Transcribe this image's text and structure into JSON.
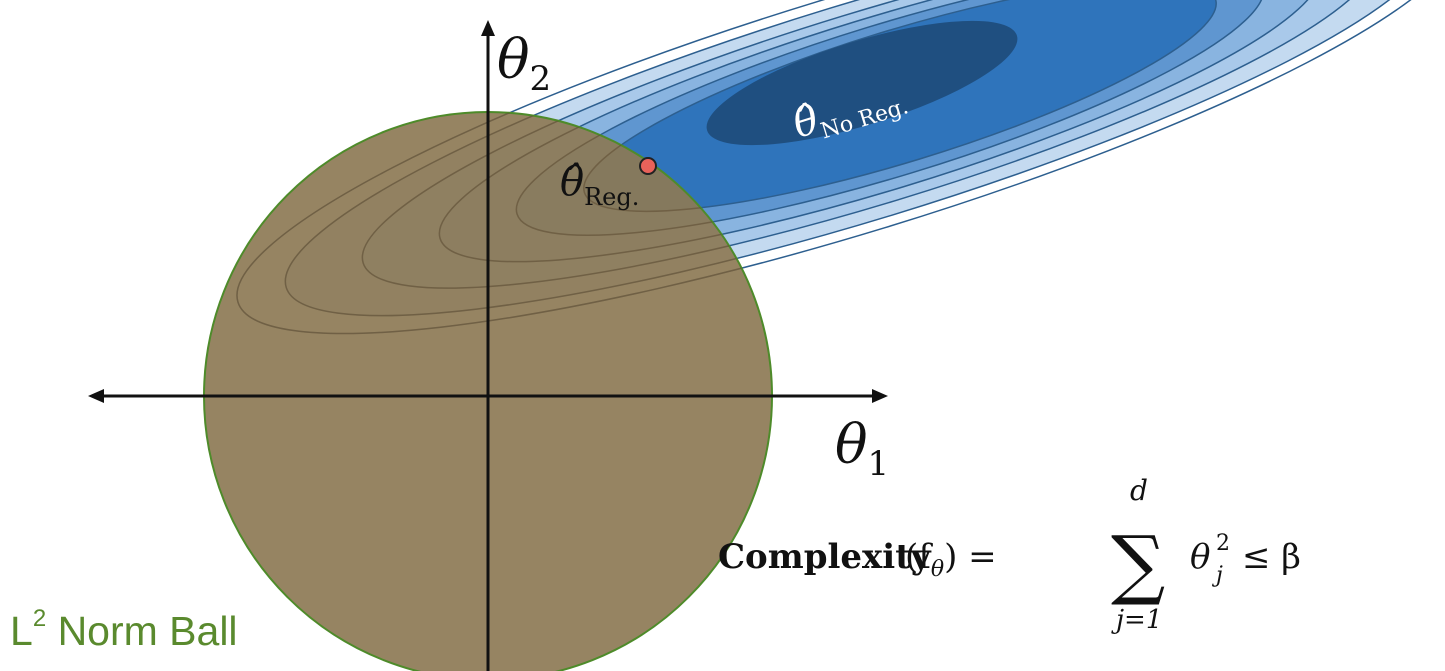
{
  "colors": {
    "contour_fill_levels": [
      "#c4daf0",
      "#a9c9ea",
      "#89b4e0",
      "#5f96d0",
      "#2f74bb",
      "#1f4f80"
    ],
    "contour_line": "#2d5f8f",
    "ball_fill": "#8d7a55",
    "ball_edge": "#4e8b2a",
    "axis": "#111111",
    "point_fill": "#e8625a",
    "caption": "#5a8a2e"
  },
  "labels": {
    "theta1": "θ",
    "theta1_sub": "1",
    "theta2": "θ",
    "theta2_sub": "2",
    "theta_hat": "θ̂",
    "no_reg_sub": "No Reg.",
    "reg_sub": "Reg."
  },
  "formula": {
    "bold": "Complexity",
    "args": "(f",
    "args_sub": "θ",
    "rhs": ") =",
    "sum": "∑",
    "upper": "d",
    "lower": "j=1",
    "term": "θ",
    "term_sup": "2",
    "term_sub": "j",
    "constraint": "≤ β"
  },
  "caption": {
    "text": "L",
    "sup": "2",
    "rest": " Norm Ball"
  }
}
